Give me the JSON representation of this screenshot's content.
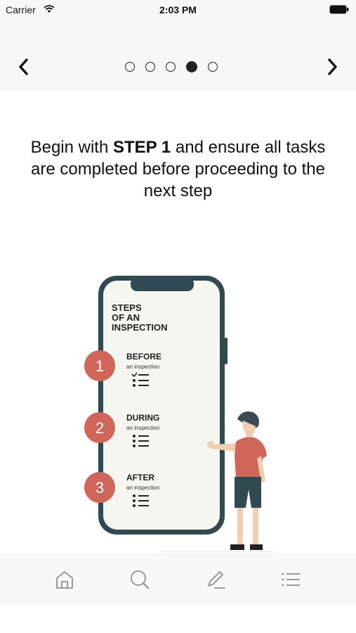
{
  "status_bar": {
    "carrier": "Carrier",
    "time": "2:03 PM",
    "icons": [
      "wifi-icon",
      "battery-icon"
    ]
  },
  "nav": {
    "back_icon": "chevron-left-icon",
    "next_icon": "chevron-right-icon",
    "pager": {
      "total": 5,
      "current": 4
    }
  },
  "intro": {
    "prefix": "Begin with ",
    "emphasis": "STEP 1",
    "suffix": " and ensure all tasks are completed before proceeding to the next step"
  },
  "illustration": {
    "title_line1": "STEPS",
    "title_line2": "OF AN",
    "title_line3": "INSPECTION",
    "steps": [
      {
        "number": "1",
        "title": "BEFORE",
        "subtitle": "an inspection"
      },
      {
        "number": "2",
        "title": "DURING",
        "subtitle": "an inspection"
      },
      {
        "number": "3",
        "title": "AFTER",
        "subtitle": "an inspection"
      }
    ]
  },
  "tab_bar": {
    "items": [
      "home-icon",
      "search-icon",
      "pencil-icon",
      "list-icon"
    ]
  },
  "colors": {
    "accent": "#d0665a",
    "phone_frame": "#2f4a52",
    "screen_bg": "#f5f6ef",
    "bar_bg": "#f7f7f7"
  }
}
